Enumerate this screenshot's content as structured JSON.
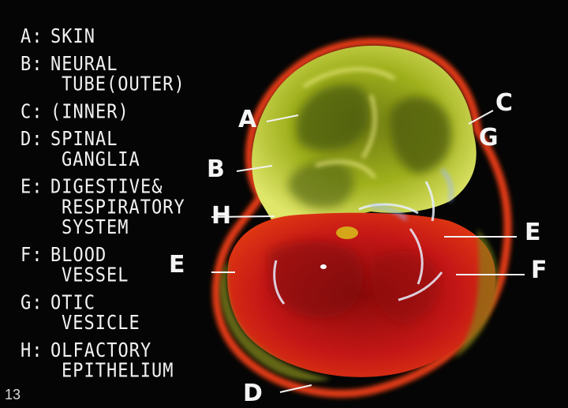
{
  "legend": [
    {
      "key": "A:",
      "lines": [
        "SKIN"
      ]
    },
    {
      "key": "B:",
      "lines": [
        "NEURAL",
        "TUBE(OUTER)"
      ]
    },
    {
      "key": "C:",
      "lines": [
        "(INNER)"
      ]
    },
    {
      "key": "D:",
      "lines": [
        "SPINAL",
        "GANGLIA"
      ]
    },
    {
      "key": "E:",
      "lines": [
        "DIGESTIVE&",
        "RESPIRATORY",
        "SYSTEM"
      ]
    },
    {
      "key": "F:",
      "lines": [
        "BLOOD",
        "VESSEL"
      ]
    },
    {
      "key": "G:",
      "lines": [
        "OTIC",
        "VESICLE"
      ]
    },
    {
      "key": "H:",
      "lines": [
        "OLFACTORY",
        "EPITHELIUM"
      ]
    }
  ],
  "callouts": {
    "a": "A",
    "b": "B",
    "c": "C",
    "g": "G",
    "h": "H",
    "e_left": "E",
    "e_right": "E",
    "f": "F",
    "d": "D"
  },
  "figure_number": "13",
  "colors": {
    "background": "#050505",
    "skin_glow": "#e23a12",
    "neural_tube": "#b8c61c",
    "tissue_red": "#c81414",
    "highlight": "#e8f0ff"
  }
}
